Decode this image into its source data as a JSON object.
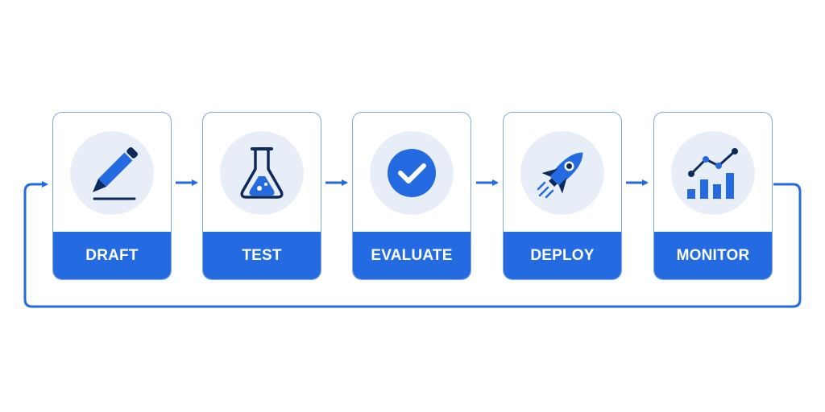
{
  "steps": [
    {
      "label": "DRAFT",
      "icon": "pencil-icon"
    },
    {
      "label": "TEST",
      "icon": "flask-icon"
    },
    {
      "label": "EVALUATE",
      "icon": "checkmark-icon"
    },
    {
      "label": "DEPLOY",
      "icon": "rocket-icon"
    },
    {
      "label": "MONITOR",
      "icon": "bar-chart-icon"
    }
  ],
  "colors": {
    "accent": "#246ae0",
    "dark": "#0e2a5c",
    "icon_bg": "#e8eef8",
    "card_border": "#7ea6ea"
  }
}
